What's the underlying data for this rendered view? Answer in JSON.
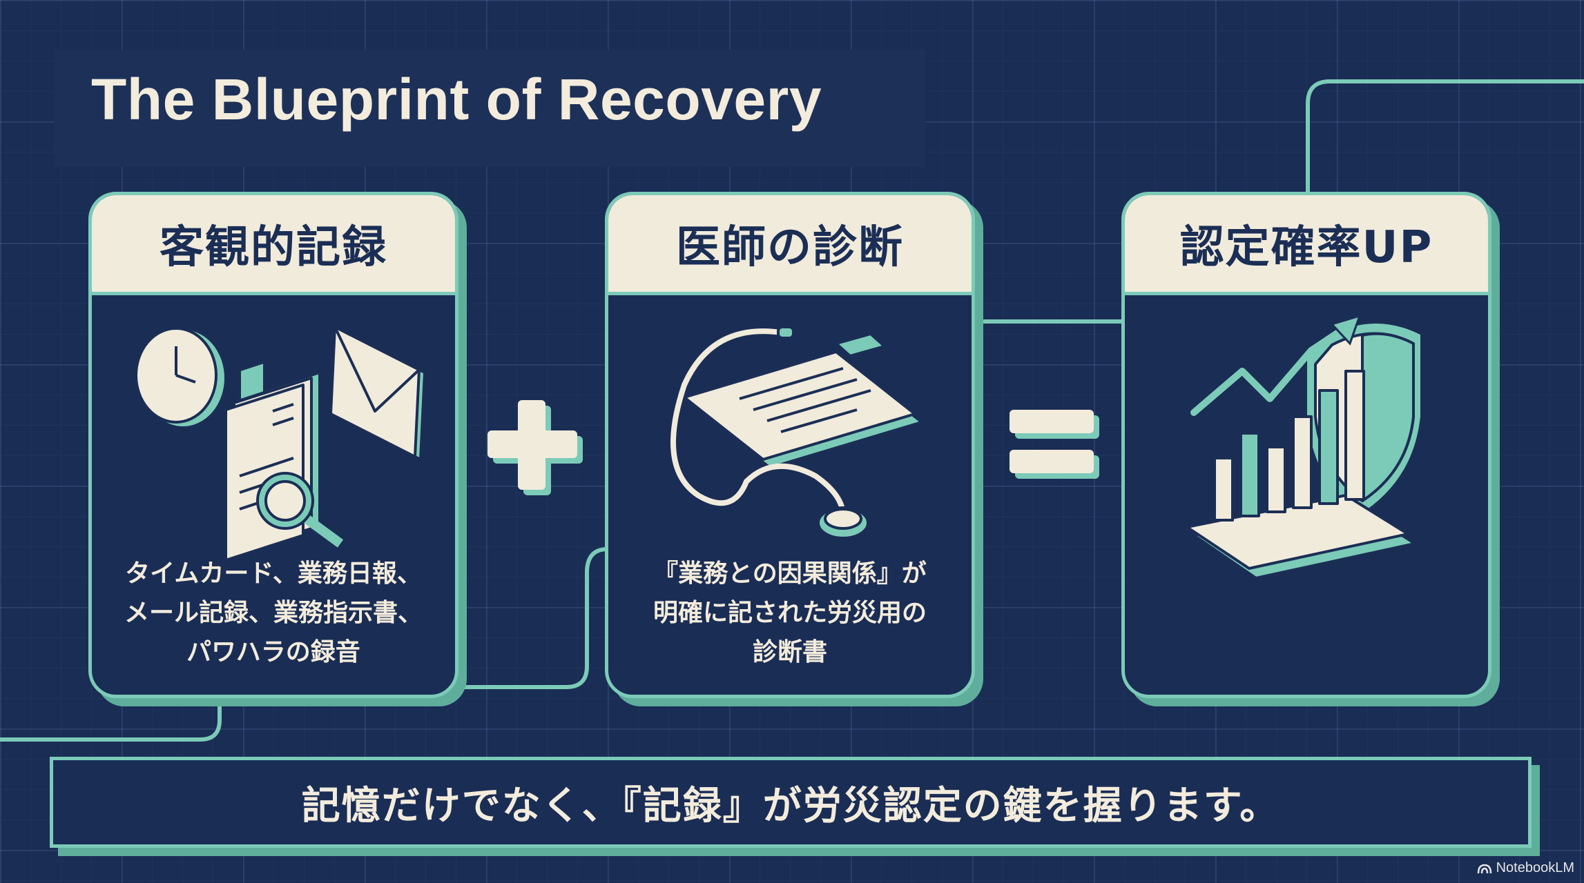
{
  "title": "The Blueprint of Recovery",
  "cards": [
    {
      "heading": "客観的記録",
      "icon": "documents-clock-mail-magnifier-icon",
      "lines": [
        "タイムカード、業務日報、",
        "メール記録、業務指示書、",
        "パワハラの録音"
      ]
    },
    {
      "heading": "医師の診断",
      "icon": "clipboard-stethoscope-icon",
      "lines": [
        "『業務との因果関係』が",
        "明確に記された労災用の",
        "診断書"
      ]
    },
    {
      "heading": "認定確率UP",
      "icon": "shield-rising-chart-icon",
      "lines": []
    }
  ],
  "operators": [
    "plus-icon",
    "equals-icon"
  ],
  "conclusion": "記憶だけでなく、『記録』が労災認定の鍵を握ります。",
  "brand": "NotebookLM",
  "colors": {
    "background": "#1a2d55",
    "accent": "#7ccbb8",
    "cream": "#f1ebdc"
  }
}
